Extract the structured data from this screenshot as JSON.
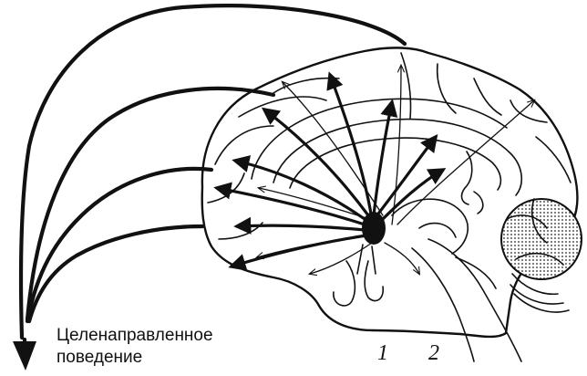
{
  "caption": {
    "line1": "Целенаправленное",
    "line2": "поведение"
  },
  "markers": {
    "one": "1",
    "two": "2"
  }
}
